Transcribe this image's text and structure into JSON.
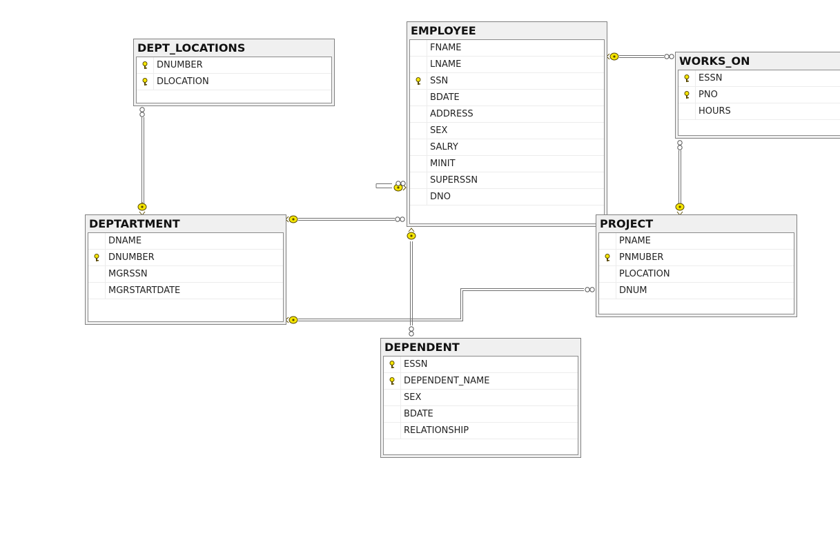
{
  "tables": {
    "dept_locations": {
      "title": "DEPT_LOCATIONS",
      "columns": [
        {
          "name": "DNUMBER",
          "key": true
        },
        {
          "name": "DLOCATION",
          "key": true
        }
      ]
    },
    "employee": {
      "title": "EMPLOYEE",
      "columns": [
        {
          "name": "FNAME",
          "key": false
        },
        {
          "name": "LNAME",
          "key": false
        },
        {
          "name": "SSN",
          "key": true
        },
        {
          "name": "BDATE",
          "key": false
        },
        {
          "name": "ADDRESS",
          "key": false
        },
        {
          "name": "SEX",
          "key": false
        },
        {
          "name": "SALRY",
          "key": false
        },
        {
          "name": "MINIT",
          "key": false
        },
        {
          "name": "SUPERSSN",
          "key": false
        },
        {
          "name": "DNO",
          "key": false
        }
      ]
    },
    "works_on": {
      "title": "WORKS_ON",
      "columns": [
        {
          "name": "ESSN",
          "key": true
        },
        {
          "name": "PNO",
          "key": true
        },
        {
          "name": "HOURS",
          "key": false
        }
      ]
    },
    "department": {
      "title": "DEPTARTMENT",
      "columns": [
        {
          "name": "DNAME",
          "key": false
        },
        {
          "name": "DNUMBER",
          "key": true
        },
        {
          "name": "MGRSSN",
          "key": false
        },
        {
          "name": "MGRSTARTDATE",
          "key": false
        }
      ]
    },
    "project": {
      "title": "PROJECT",
      "columns": [
        {
          "name": "PNAME",
          "key": false
        },
        {
          "name": "PNMUBER",
          "key": true
        },
        {
          "name": "PLOCATION",
          "key": false
        },
        {
          "name": "DNUM",
          "key": false
        }
      ]
    },
    "dependent": {
      "title": "DEPENDENT",
      "columns": [
        {
          "name": "ESSN",
          "key": true
        },
        {
          "name": "DEPENDENT_NAME",
          "key": true
        },
        {
          "name": "SEX",
          "key": false
        },
        {
          "name": "BDATE",
          "key": false
        },
        {
          "name": "RELATIONSHIP",
          "key": false
        }
      ]
    }
  },
  "colors": {
    "key_fill": "#f5e600",
    "key_stroke": "#5a4a00",
    "line": "#6f6f6f"
  }
}
